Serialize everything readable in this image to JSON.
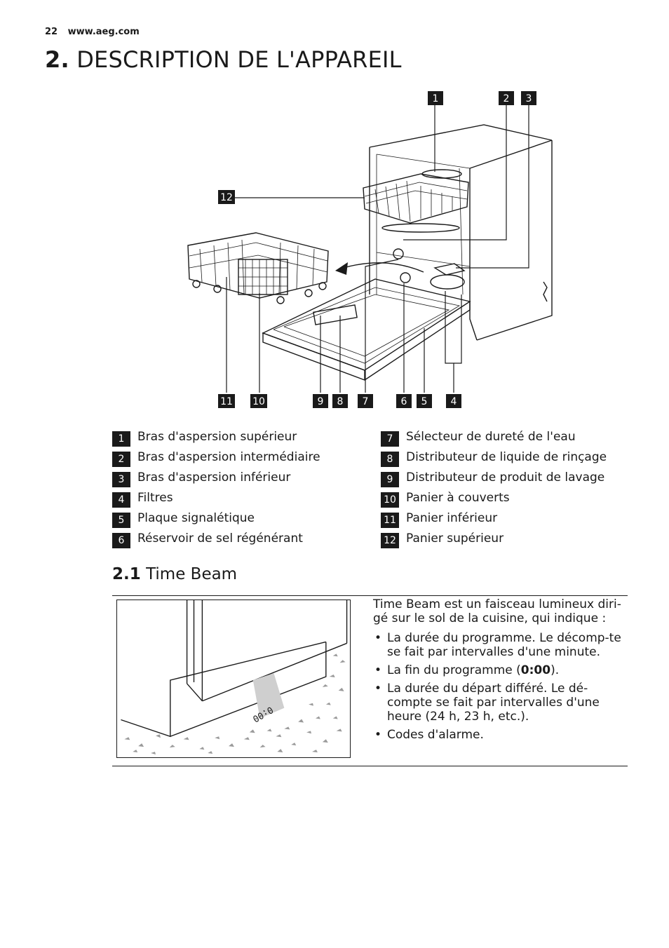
{
  "header": {
    "page_number": "22",
    "url": "www.aeg.com"
  },
  "section": {
    "number": "2.",
    "title": "DESCRIPTION DE L'APPAREIL"
  },
  "diagram": {
    "callouts": [
      "1",
      "2",
      "3",
      "12",
      "11",
      "10",
      "9",
      "8",
      "7",
      "6",
      "5",
      "4"
    ]
  },
  "legend": {
    "left": [
      {
        "num": "1",
        "label": "Bras d'aspersion supérieur"
      },
      {
        "num": "2",
        "label": "Bras d'aspersion intermédiaire"
      },
      {
        "num": "3",
        "label": "Bras d'aspersion inférieur"
      },
      {
        "num": "4",
        "label": "Filtres"
      },
      {
        "num": "5",
        "label": "Plaque signalétique"
      },
      {
        "num": "6",
        "label": "Réservoir de sel régénérant"
      }
    ],
    "right": [
      {
        "num": "7",
        "label": "Sélecteur de dureté de l'eau"
      },
      {
        "num": "8",
        "label": "Distributeur de liquide de rinçage"
      },
      {
        "num": "9",
        "label": "Distributeur de produit de lavage"
      },
      {
        "num": "10",
        "label": "Panier à couverts"
      },
      {
        "num": "11",
        "label": "Panier inférieur"
      },
      {
        "num": "12",
        "label": "Panier supérieur"
      }
    ]
  },
  "subsection": {
    "number": "2.1",
    "title": "Time Beam"
  },
  "timebeam": {
    "intro": "Time Beam est un faisceau lumineux diri-gé sur le sol de la cuisine, qui indique :",
    "display_readout": "0:00",
    "bullets": {
      "b1": "La durée du programme. Le décomp-te se fait par intervalles d'une minute.",
      "b2_pre": "La fin du programme (",
      "b2_bold": "0:00",
      "b2_post": ").",
      "b3": "La durée du départ différé. Le dé-compte se fait par intervalles d'une heure (24 h, 23 h, etc.).",
      "b4": "Codes d'alarme."
    }
  }
}
